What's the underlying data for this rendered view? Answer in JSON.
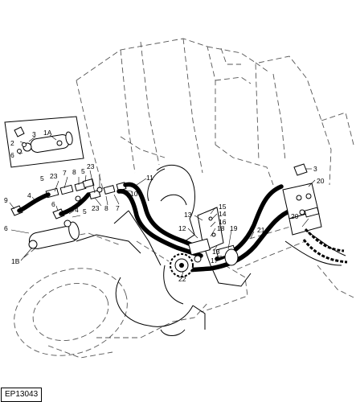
{
  "figure": {
    "id": "EP13043"
  },
  "callouts": [
    {
      "key": "1A",
      "text": "1A"
    },
    {
      "key": "2",
      "text": "2"
    },
    {
      "key": "3",
      "text": "3"
    },
    {
      "key": "6",
      "text": "6"
    },
    {
      "key": "5a",
      "text": "5"
    },
    {
      "key": "23a",
      "text": "23"
    },
    {
      "key": "7a",
      "text": "7"
    },
    {
      "key": "8a",
      "text": "8"
    },
    {
      "key": "5b",
      "text": "5"
    },
    {
      "key": "23b",
      "text": "23"
    },
    {
      "key": "11",
      "text": "11"
    },
    {
      "key": "9",
      "text": "9"
    },
    {
      "key": "4",
      "text": "4"
    },
    {
      "key": "6b",
      "text": "6"
    },
    {
      "key": "4b",
      "text": "4"
    },
    {
      "key": "5c",
      "text": "5"
    },
    {
      "key": "6c",
      "text": "6"
    },
    {
      "key": "23c",
      "text": "23"
    },
    {
      "key": "8b",
      "text": "8"
    },
    {
      "key": "7b",
      "text": "7"
    },
    {
      "key": "10",
      "text": "10"
    },
    {
      "key": "1B",
      "text": "1B"
    },
    {
      "key": "13a",
      "text": "13"
    },
    {
      "key": "15",
      "text": "15"
    },
    {
      "key": "14",
      "text": "14"
    },
    {
      "key": "16",
      "text": "16"
    },
    {
      "key": "12",
      "text": "12"
    },
    {
      "key": "18",
      "text": "18"
    },
    {
      "key": "19",
      "text": "19"
    },
    {
      "key": "21",
      "text": "21"
    },
    {
      "key": "13b",
      "text": "13"
    },
    {
      "key": "17",
      "text": "17"
    },
    {
      "key": "22",
      "text": "22"
    },
    {
      "key": "3b",
      "text": "3"
    },
    {
      "key": "20a",
      "text": "20"
    },
    {
      "key": "20b",
      "text": "20"
    }
  ]
}
